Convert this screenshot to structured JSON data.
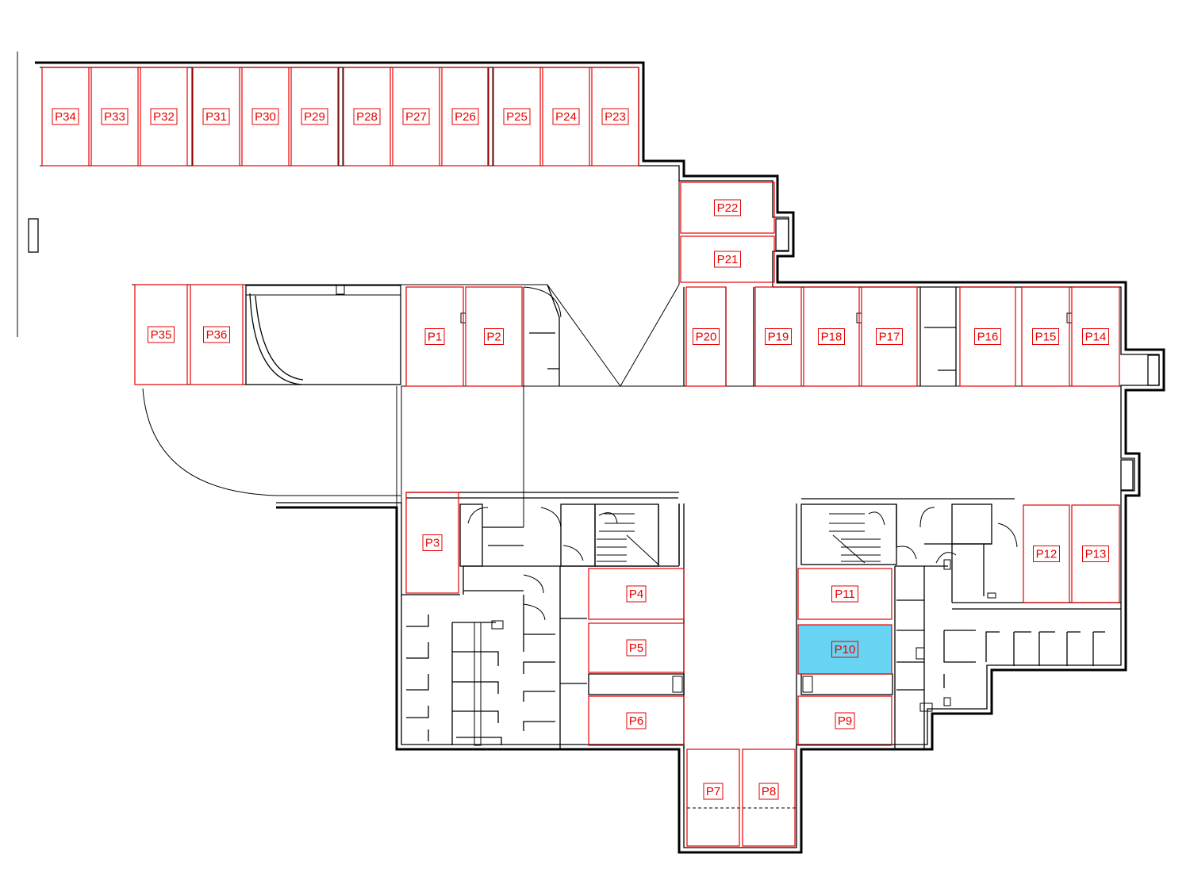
{
  "plan": {
    "parking_color": "#e60000",
    "selected_fill": "#66d4f2",
    "wall_color": "#000000",
    "selected_space": "P10",
    "spaces": [
      {
        "id": "P1"
      },
      {
        "id": "P2"
      },
      {
        "id": "P3"
      },
      {
        "id": "P4"
      },
      {
        "id": "P5"
      },
      {
        "id": "P6"
      },
      {
        "id": "P7"
      },
      {
        "id": "P8"
      },
      {
        "id": "P9"
      },
      {
        "id": "P10"
      },
      {
        "id": "P11"
      },
      {
        "id": "P12"
      },
      {
        "id": "P13"
      },
      {
        "id": "P14"
      },
      {
        "id": "P15"
      },
      {
        "id": "P16"
      },
      {
        "id": "P17"
      },
      {
        "id": "P18"
      },
      {
        "id": "P19"
      },
      {
        "id": "P20"
      },
      {
        "id": "P21"
      },
      {
        "id": "P22"
      },
      {
        "id": "P23"
      },
      {
        "id": "P24"
      },
      {
        "id": "P25"
      },
      {
        "id": "P26"
      },
      {
        "id": "P27"
      },
      {
        "id": "P28"
      },
      {
        "id": "P29"
      },
      {
        "id": "P30"
      },
      {
        "id": "P31"
      },
      {
        "id": "P32"
      },
      {
        "id": "P33"
      },
      {
        "id": "P34"
      },
      {
        "id": "P35"
      },
      {
        "id": "P36"
      }
    ]
  }
}
